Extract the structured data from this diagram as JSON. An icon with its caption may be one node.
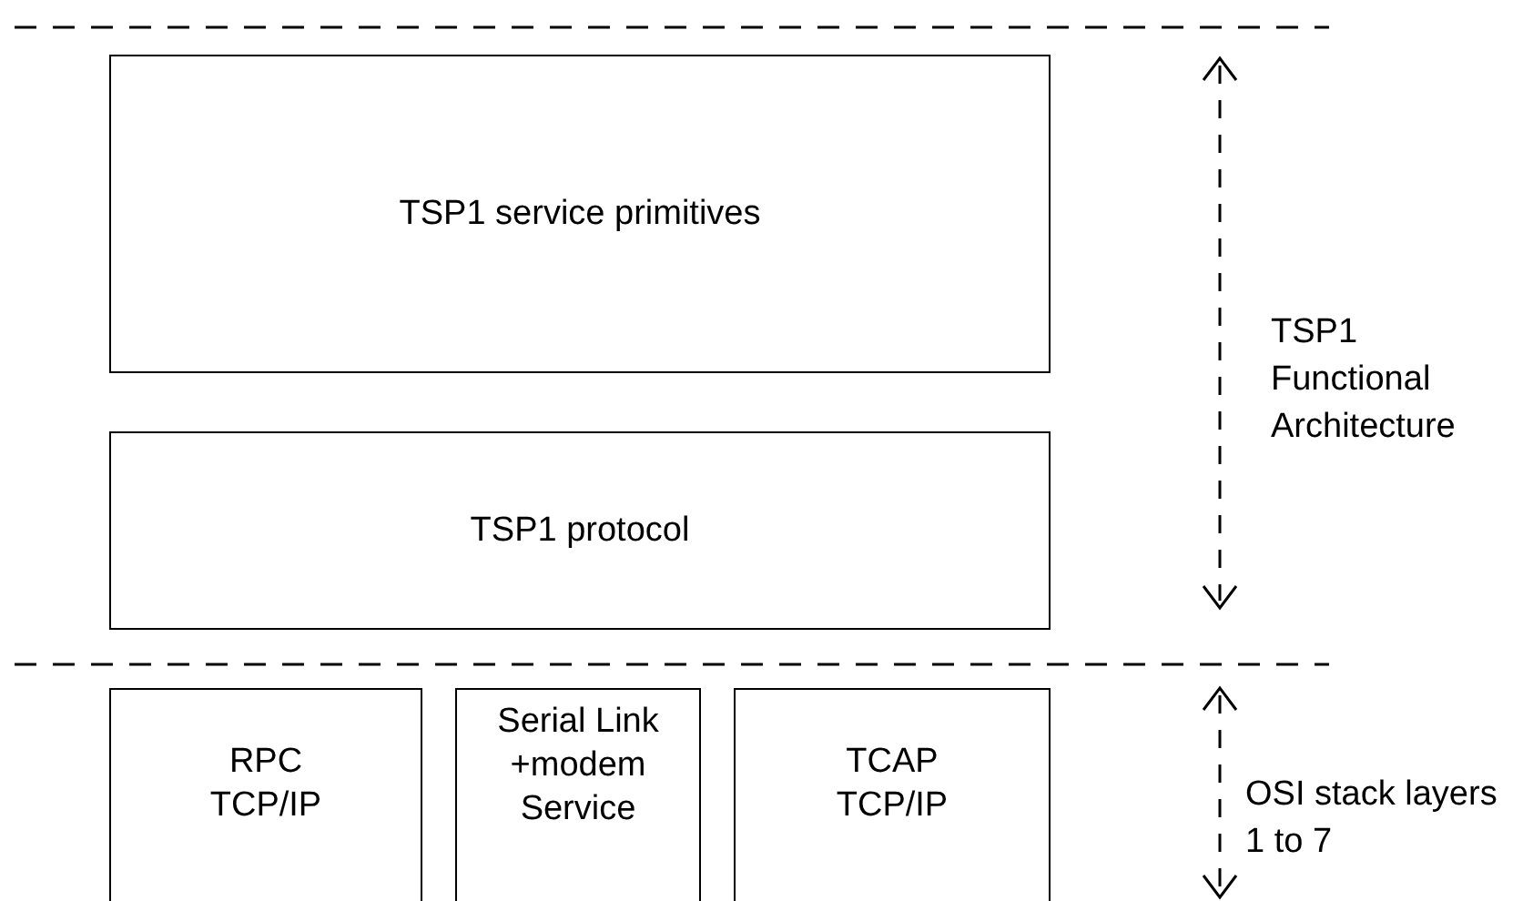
{
  "diagram": {
    "nodes": [
      {
        "text": [
          "TSP1 service primitives"
        ]
      },
      {
        "text": [
          "TSP1 protocol"
        ]
      },
      {
        "text": [
          "RPC TCP/IP"
        ]
      },
      {
        "text": [
          "Serial Link +modem Service"
        ]
      },
      {
        "text": [
          "TCAP TCP/IP"
        ]
      }
    ],
    "edges": [],
    "labels": [
      "TSP1 Functional Architecture",
      "OSI stack layers 1 to 7"
    ]
  }
}
